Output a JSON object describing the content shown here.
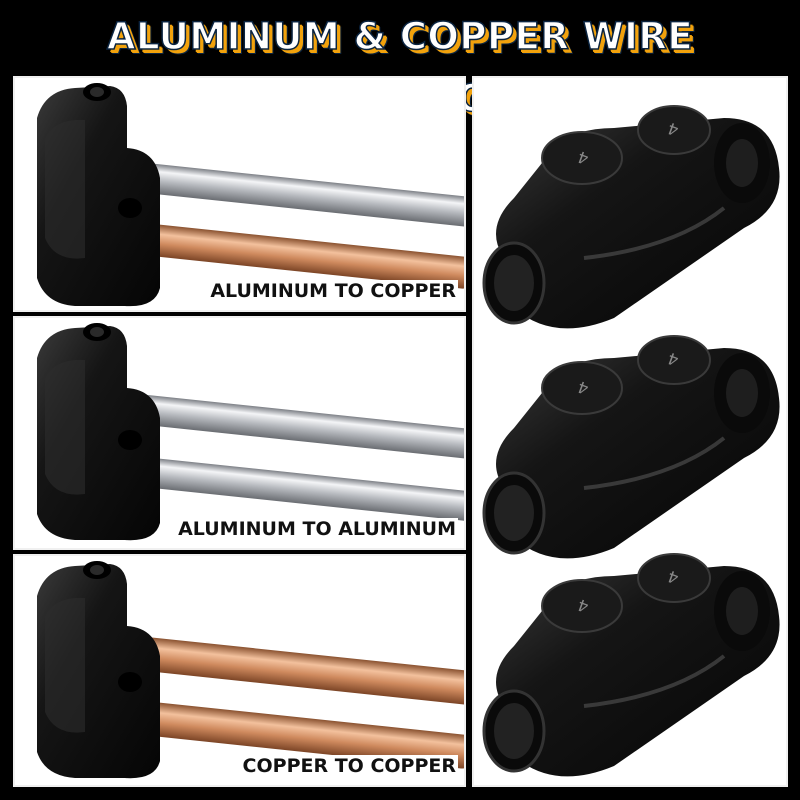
{
  "title": "ALUMINUM & COPPER WIRE CONNECTORS",
  "panels": [
    {
      "label": "ALUMINUM TO COPPER"
    },
    {
      "label": "ALUMINUM TO ALUMINUM"
    },
    {
      "label": "COPPER TO COPPER"
    }
  ],
  "connector_marking": "4",
  "colors": {
    "title_fill": "#ffffff",
    "title_shadow": "#f2a20c",
    "title_outline": "#0b2440",
    "background": "#000000",
    "aluminum": "#c9cbcf",
    "copper": "#d08b5e",
    "connector": "#111111"
  }
}
